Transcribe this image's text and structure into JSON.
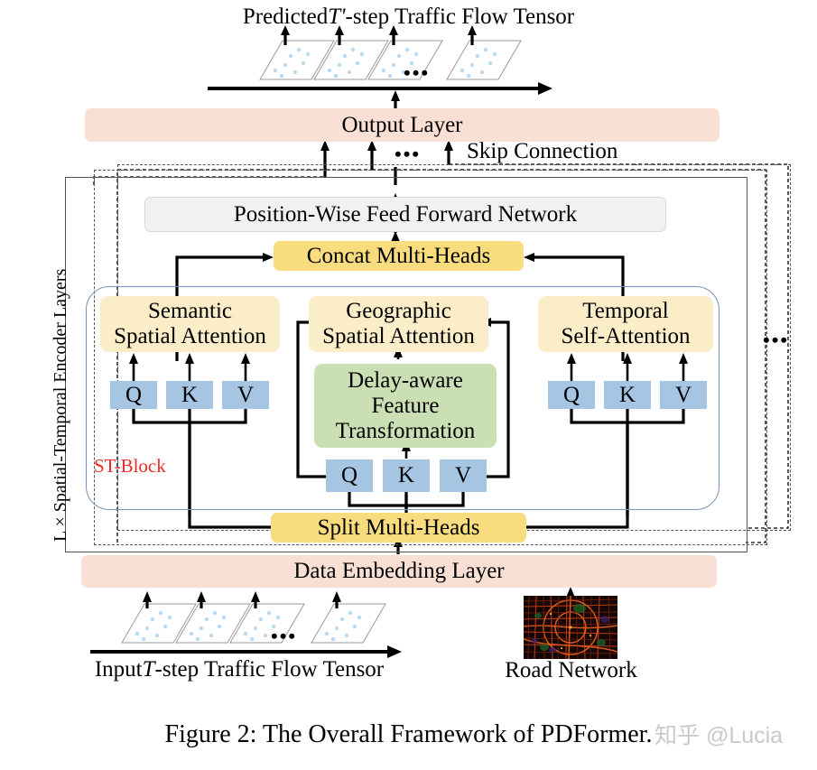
{
  "figure": {
    "caption": "Figure 2: The Overall Framework of PDFormer.",
    "watermark": "知乎 @Lucia"
  },
  "top": {
    "title_pre": "Predicted ",
    "title_var": "T'",
    "title_post": "-step Traffic Flow Tensor",
    "ellipsis": "•••"
  },
  "bottom": {
    "title_pre": "Input ",
    "title_var": "T",
    "title_post": "-step Traffic Flow Tensor",
    "ellipsis": "•••",
    "road_network_label": "Road Network"
  },
  "layers": {
    "output_layer": "Output Layer",
    "skip_connection": "Skip Connection",
    "skip_ellipsis": "•••",
    "feed_forward": "Position-Wise Feed Forward Network",
    "concat_multi_heads": "Concat Multi-Heads",
    "split_multi_heads": "Split Multi-Heads",
    "data_embedding": "Data Embedding Layer",
    "stack_ellipsis": "•••"
  },
  "encoder": {
    "side_label": "L × Spatial-Temporal Encoder Layers",
    "st_block_label": "ST-Block"
  },
  "attention": {
    "semantic": {
      "line1": "Semantic",
      "line2": "Spatial Attention"
    },
    "geographic": {
      "line1": "Geographic",
      "line2": "Spatial Attention"
    },
    "temporal": {
      "line1": "Temporal",
      "line2": "Self-Attention"
    },
    "delay_aware": {
      "line1": "Delay-aware",
      "line2": "Feature",
      "line3": "Transformation"
    }
  },
  "qkv": {
    "q": "Q",
    "k": "K",
    "v": "V"
  },
  "colors": {
    "pink": "#FAE0D4",
    "gold": "#F8DC7E",
    "cream": "#FBEDC8",
    "green": "#CBDFB4",
    "blue": "#A6C5E3",
    "gray": "#F1F1F1",
    "st_block_red": "#ED2B26",
    "container_blue": "#7A93B8"
  }
}
